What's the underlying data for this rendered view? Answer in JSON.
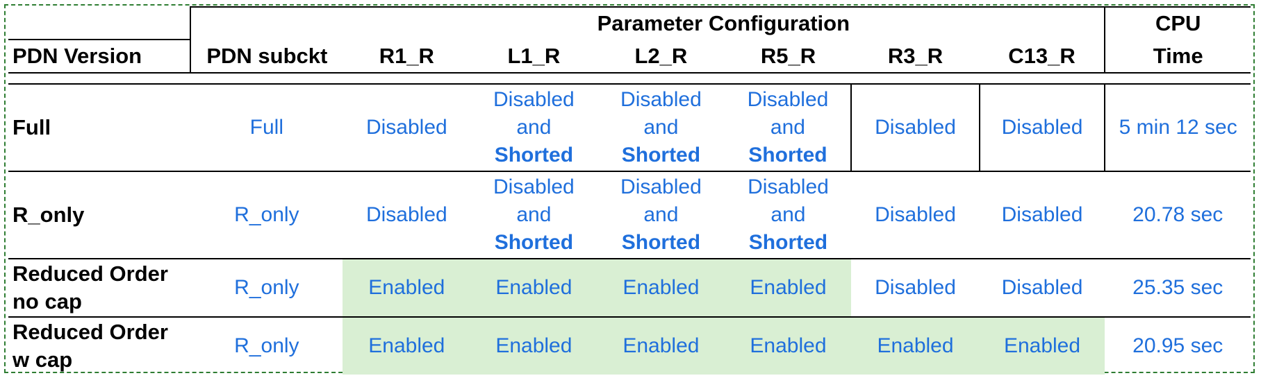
{
  "header": {
    "group_title": "Parameter Configuration",
    "cpu_top": "CPU",
    "columns": [
      "PDN Version",
      "PDN subckt",
      "R1_R",
      "L1_R",
      "L2_R",
      "R5_R",
      "R3_R",
      "C13_R",
      "Time"
    ]
  },
  "rows": [
    {
      "version": "Full",
      "subckt": "Full",
      "r1": "Disabled",
      "l1": {
        "line1": "Disabled",
        "line2": "and",
        "line3": "Shorted"
      },
      "l2": {
        "line1": "Disabled",
        "line2": "and",
        "line3": "Shorted"
      },
      "r5": {
        "line1": "Disabled",
        "line2": "and",
        "line3": "Shorted"
      },
      "r3": "Disabled",
      "c13": "Disabled",
      "time": "5 min 12 sec"
    },
    {
      "version": "R_only",
      "subckt": "R_only",
      "r1": "Disabled",
      "l1": {
        "line1": "Disabled",
        "line2": "and",
        "line3": "Shorted"
      },
      "l2": {
        "line1": "Disabled",
        "line2": "and",
        "line3": "Shorted"
      },
      "r5": {
        "line1": "Disabled",
        "line2": "and",
        "line3": "Shorted"
      },
      "r3": "Disabled",
      "c13": "Disabled",
      "time": "20.78 sec"
    },
    {
      "version_line1": "Reduced Order",
      "version_line2": "no cap",
      "subckt": "R_only",
      "r1": "Enabled",
      "l1": "Enabled",
      "l2": "Enabled",
      "r5": "Enabled",
      "r3": "Disabled",
      "c13": "Disabled",
      "time": "25.35 sec"
    },
    {
      "version_line1": "Reduced Order",
      "version_line2": "w cap",
      "subckt": "R_only",
      "r1": "Enabled",
      "l1": "Enabled",
      "l2": "Enabled",
      "r5": "Enabled",
      "r3": "Enabled",
      "c13": "Enabled",
      "time": "20.95 sec"
    }
  ],
  "colors": {
    "value_text": "#1f6fdc",
    "enabled_fill": "#d9efd3",
    "border": "#000000",
    "frame": "#2e7d32"
  }
}
